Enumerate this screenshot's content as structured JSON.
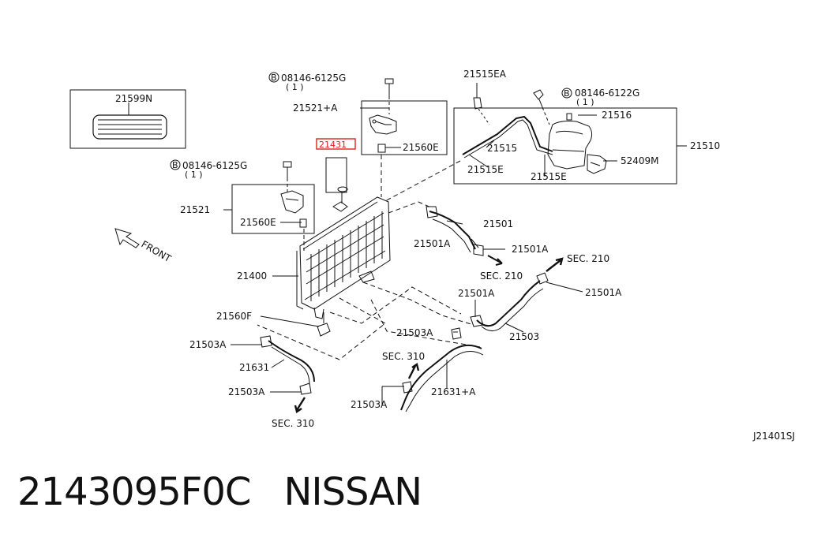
{
  "diagram_code": "J21401SJ",
  "part_number": "2143095F0C",
  "brand": "NISSAN",
  "labels": {
    "l21599n": "21599N",
    "bolt_a": "08146-6125G",
    "bolt_a_qty": "( 1 )",
    "l21521a": "21521+A",
    "l21431": "21431",
    "l21560e_top": "21560E",
    "bolt_b": "08146-6125G",
    "bolt_b_qty": "( 1 )",
    "l21521": "21521",
    "l21560e_left": "21560E",
    "l21515ea": "21515EA",
    "bolt_c": "08146-6122G",
    "bolt_c_qty": "( 1 )",
    "l21516": "21516",
    "l21510": "21510",
    "l21515": "21515",
    "l21515e_a": "21515E",
    "l21515e_b": "21515E",
    "l52409m": "52409M",
    "l21501": "21501",
    "l21501a_1": "21501A",
    "l21501a_2": "21501A",
    "sec210_a": "SEC. 210",
    "sec210_b": "SEC. 210",
    "l21501a_3": "21501A",
    "l21501a_4": "21501A",
    "l21400": "21400",
    "front": "FRONT",
    "l21560f": "21560F",
    "l21503a_1": "21503A",
    "l21503": "21503",
    "l21503a_2": "21503A",
    "l21631": "21631",
    "sec310_a": "SEC. 310",
    "l21503a_3": "21503A",
    "l21503a_4": "21503A",
    "l21631a": "21631+A",
    "sec310_b": "SEC. 310",
    "bolt_symbol": "B"
  },
  "colors": {
    "line": "#111111",
    "highlight": "#e02020"
  }
}
